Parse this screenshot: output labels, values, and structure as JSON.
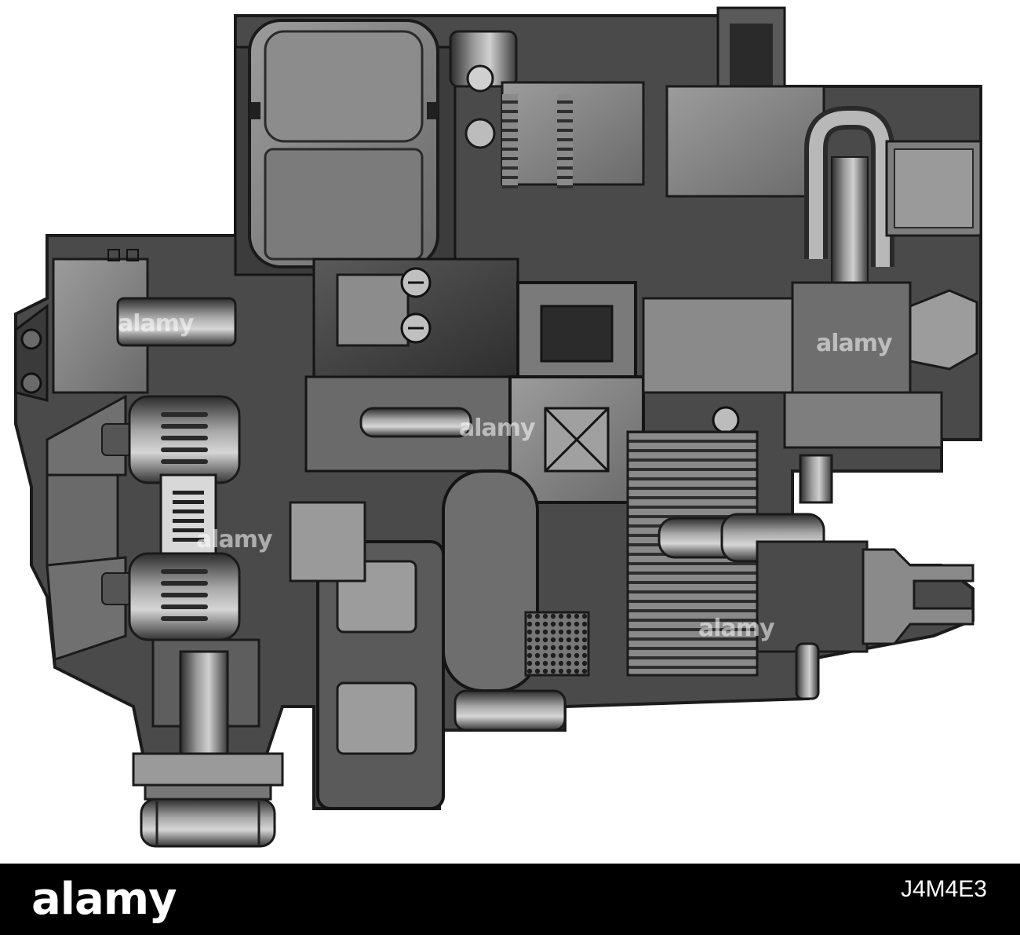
{
  "watermark": {
    "brand": "alamy",
    "image_id": "J4M4E3"
  },
  "overlay_watermarks": [
    "alamy",
    "alamy",
    "alamy",
    "alamy",
    "alamy"
  ],
  "colors": {
    "banner": "#000000",
    "banner_text": "#ffffff",
    "metal_dark": "#3a3a3a",
    "metal_mid": "#6e6e6e",
    "metal_light": "#b5b5b5"
  }
}
